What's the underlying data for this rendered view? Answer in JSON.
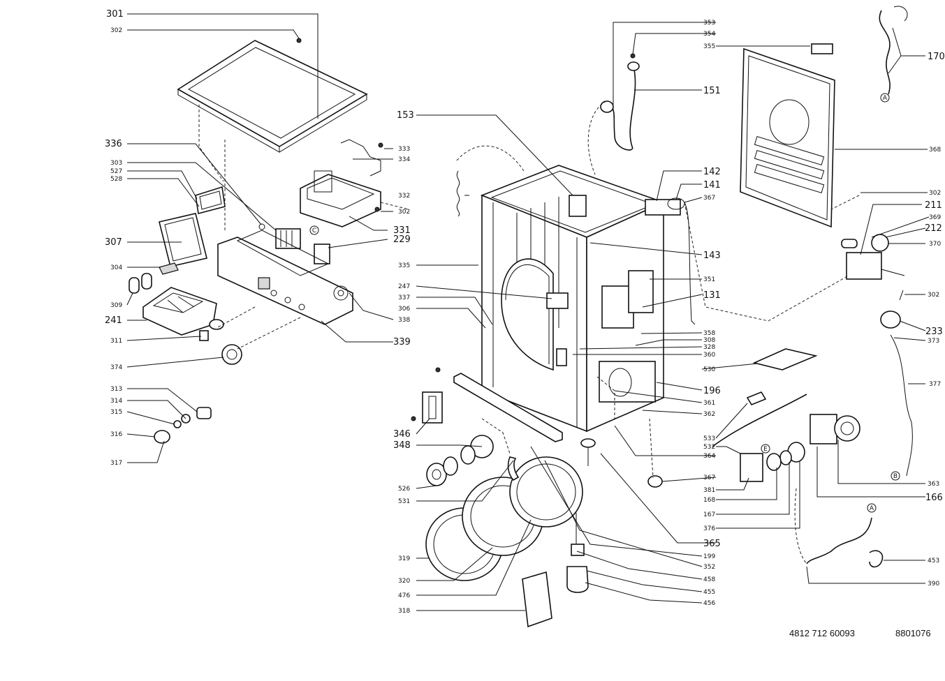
{
  "footer": {
    "part_number": "4812 712 60093",
    "drawing_number": "8801076"
  },
  "labels": {
    "l301": "301",
    "l302a": "302",
    "l336": "336",
    "l303": "303",
    "l527": "527",
    "l528": "528",
    "l307": "307",
    "l304": "304",
    "l309": "309",
    "l241": "241",
    "l311": "311",
    "l374": "374",
    "l313": "313",
    "l314": "314",
    "l315": "315",
    "l316": "316",
    "l317": "317",
    "l333": "333",
    "l334": "334",
    "l332": "332",
    "l302b": "302",
    "l331": "331",
    "l229": "229",
    "l335": "335",
    "l338": "338",
    "l339": "339",
    "l153": "153",
    "l247": "247",
    "l337": "337",
    "l306": "306",
    "l346": "346",
    "l348": "348",
    "l526": "526",
    "l531": "531",
    "l319": "319",
    "l320": "320",
    "l476": "476",
    "l318": "318",
    "l353": "353",
    "l354": "354",
    "l355": "355",
    "l151": "151",
    "l142": "142",
    "l141": "141",
    "l367a": "367",
    "l143": "143",
    "l351": "351",
    "l131": "131",
    "l358": "358",
    "l308": "308",
    "l328": "328",
    "l360": "360",
    "l530": "530",
    "l196": "196",
    "l361": "361",
    "l362": "362",
    "l533": "533",
    "l532": "532",
    "l364": "364",
    "l367b": "367",
    "l381": "381",
    "l168": "168",
    "l167": "167",
    "l376": "376",
    "l365": "365",
    "l199": "199",
    "l352": "352",
    "l458": "458",
    "l455": "455",
    "l456": "456",
    "l170": "170",
    "l368": "368",
    "l302c": "302",
    "l211": "211",
    "l369": "369",
    "l212": "212",
    "l370": "370",
    "l302d": "302",
    "l233": "233",
    "l373": "373",
    "l377": "377",
    "l363": "363",
    "l166": "166",
    "l453": "453",
    "l390": "390",
    "markerA": "A",
    "markerB": "B",
    "markerE": "E",
    "markerC": "C"
  }
}
